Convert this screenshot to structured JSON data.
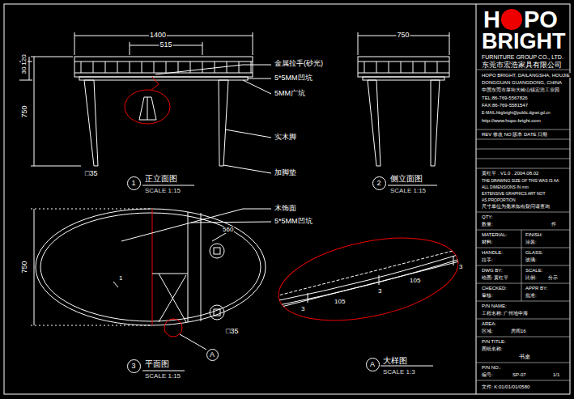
{
  "diagram": {
    "nodes": [
      {
        "text": [
          "1"
        ]
      },
      {
        "text": [
          "2"
        ]
      },
      {
        "text": [
          "3"
        ]
      },
      {
        "text": [
          "A"
        ]
      },
      {
        "text": [
          "A"
        ]
      }
    ],
    "labels": [
      "1400",
      "515",
      "30",
      "120",
      "750",
      "□35",
      "金属拉手(砂光)",
      "5*5MM凹坑",
      "5MM广坑",
      "实木脚",
      "加脚垫",
      "正立面图",
      "SCALE 1:15",
      "750",
      "侧立面图",
      "SCALE 1:15",
      "木饰面",
      "5*5MM凹坑",
      "560",
      "1",
      "750",
      "□35",
      "平面图",
      "SCALE 1:15",
      "3",
      "105",
      "3",
      "105",
      "3",
      "大样图",
      "SCALE 1:3",
      "H",
      "PO",
      "BRIGHT",
      "FURNITURE GROUP CO., LTD.",
      "东莞市宏浩家具有限公司",
      "HOPO BRIGHT, DAILANGSHA, HOUJIE",
      "DONGGUAN GUANGDONG, CHINA",
      "中国东莞市厚街大岭山镇宏浩工业园",
      "TEL:86-769-5567826",
      "FAX:86-769-5581547",
      "E-MAIL:hbgbright@public.dgnet.gd.cn",
      "http://www.hopo-bright.com",
      "REV 修改  NO 版本  DATE 日期",
      "黄红平 . V1.0 . 2004.08.02",
      "THE DRAWING SIZE OF THIS WAS IS AA",
      "ALL DIMENSIONS IN mm",
      "EXTENSIVE GRAPHICS ART NOT",
      "AS PROPORTION",
      "尺寸单位为毫米如有疑问请查询",
      "QTY:",
      "数量:",
      "件",
      "MATERIAL:",
      "材料:",
      "FINISH:",
      "涂装:",
      "HANDLE:",
      "拉手:",
      "GLASS:",
      "玻璃:",
      "DWG BY:",
      "绘图: 黄红平",
      "SCALE:",
      "比例:",
      "分示",
      "CHECKED:",
      "审核:",
      "APPR BY:",
      "批准:",
      "P/N NAME:",
      "工程名称: 广州地中海",
      "AREA:",
      "区域:",
      "房间16",
      "P/N TITLE:",
      "图纸名称:",
      "书桌",
      "P/N NO.:",
      "编号:",
      "SP-07",
      "1/1",
      "文件: K:01/01/01/0580"
    ]
  }
}
